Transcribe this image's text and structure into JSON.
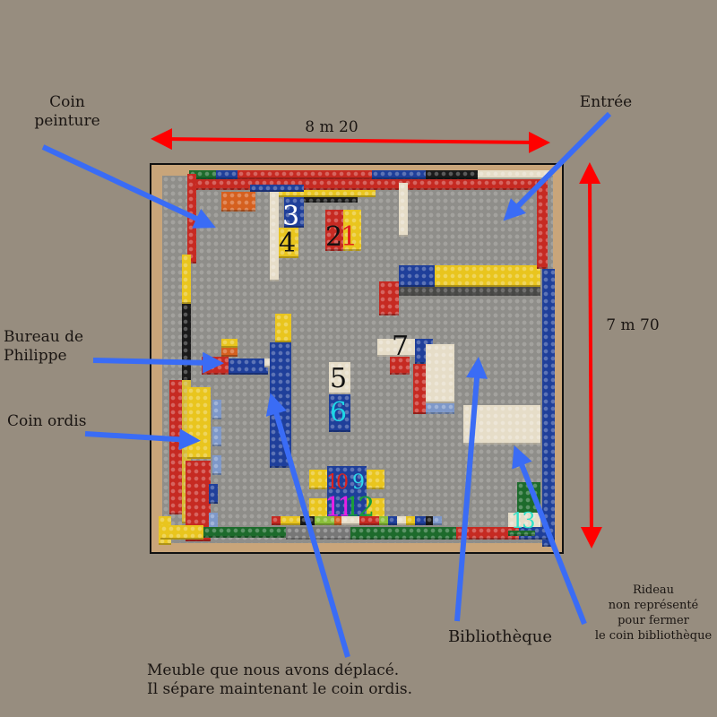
{
  "labels": {
    "coin_peinture": [
      "Coin",
      "peinture"
    ],
    "entree": "Entrée",
    "width_dimension": "8 m 20",
    "height_dimension": "7 m 70",
    "bureau_philippe": [
      "Bureau de",
      "Philippe"
    ],
    "coin_ordis": "Coin ordis",
    "bibliotheque": "Bibliothèque",
    "rideau": [
      "Rideau",
      "non représenté",
      "pour fermer",
      "le coin bibliothèque"
    ],
    "meuble": [
      "Meuble que nous avons déplacé.",
      "Il sépare maintenant le coin ordis."
    ]
  },
  "markers": [
    {
      "id": "1",
      "color": "#e0211b"
    },
    {
      "id": "2",
      "color": "#111111"
    },
    {
      "id": "3",
      "color": "#ffffff"
    },
    {
      "id": "4",
      "color": "#111111"
    },
    {
      "id": "5",
      "color": "#111111"
    },
    {
      "id": "6",
      "color": "#1fd6e6"
    },
    {
      "id": "7",
      "color": "#111111"
    },
    {
      "id": "9",
      "color": "#2fd8e8"
    },
    {
      "id": "10",
      "color": "#e0211b"
    },
    {
      "id": "11",
      "color": "#e61ee6"
    },
    {
      "id": "12",
      "color": "#1a9e3a"
    },
    {
      "id": "13",
      "color": "#2fe0c8"
    }
  ],
  "colors": {
    "background": "#978d7f",
    "dimension_arrow": "#ff0000",
    "pointer_arrow": "#3a6cf5"
  }
}
